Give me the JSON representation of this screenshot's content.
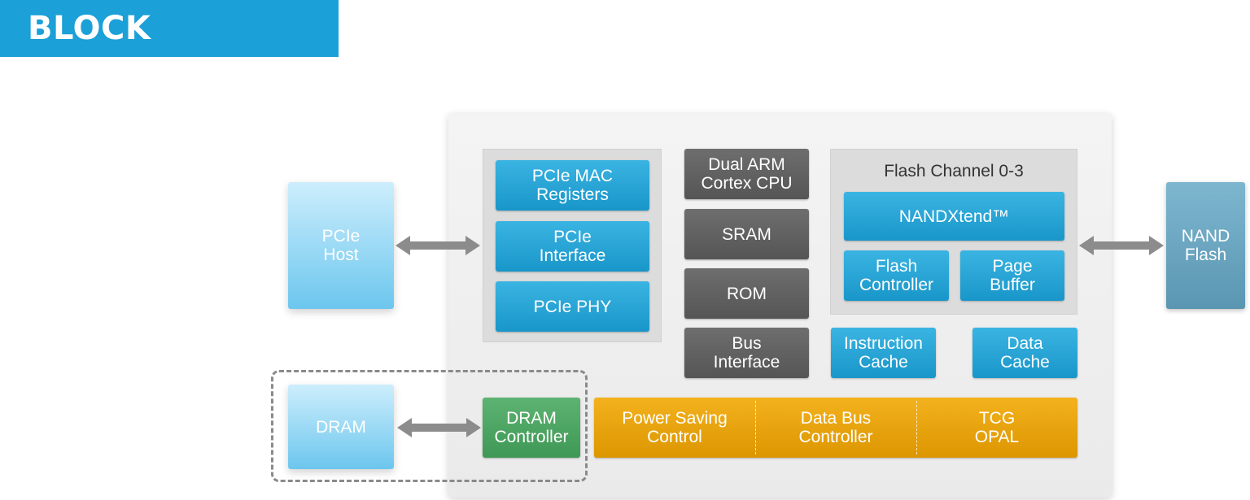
{
  "title": "BLOCK DIAGRAM",
  "external": {
    "pcie_host": "PCIe\nHost",
    "dram": "DRAM",
    "nand_flash": "NAND\nFlash"
  },
  "pcie_group": {
    "mac_registers": "PCIe MAC\nRegisters",
    "interface": "PCIe\nInterface",
    "phy": "PCIe PHY"
  },
  "cpu_column": {
    "cpu": "Dual ARM\nCortex CPU",
    "sram": "SRAM",
    "rom": "ROM",
    "bus_interface": "Bus\nInterface"
  },
  "flash_channel": {
    "label": "Flash Channel 0-3",
    "nandxtend": "NANDXtend™",
    "flash_controller": "Flash\nController",
    "page_buffer": "Page\nBuffer"
  },
  "caches": {
    "instruction": "Instruction\nCache",
    "data": "Data\nCache"
  },
  "dram_controller": "DRAM\nController",
  "bottom_bar": {
    "power_saving": "Power Saving\nControl",
    "data_bus": "Data Bus\nController",
    "tcg": "TCG\nOPAL"
  },
  "colors": {
    "title_bar": "#1ba0d8",
    "blue_block": "#1fa0d2",
    "grey_block": "#5f5f5f",
    "green_block": "#4aa562",
    "gold_bar": "#e8a40f",
    "arrow": "#8c8c8c"
  }
}
